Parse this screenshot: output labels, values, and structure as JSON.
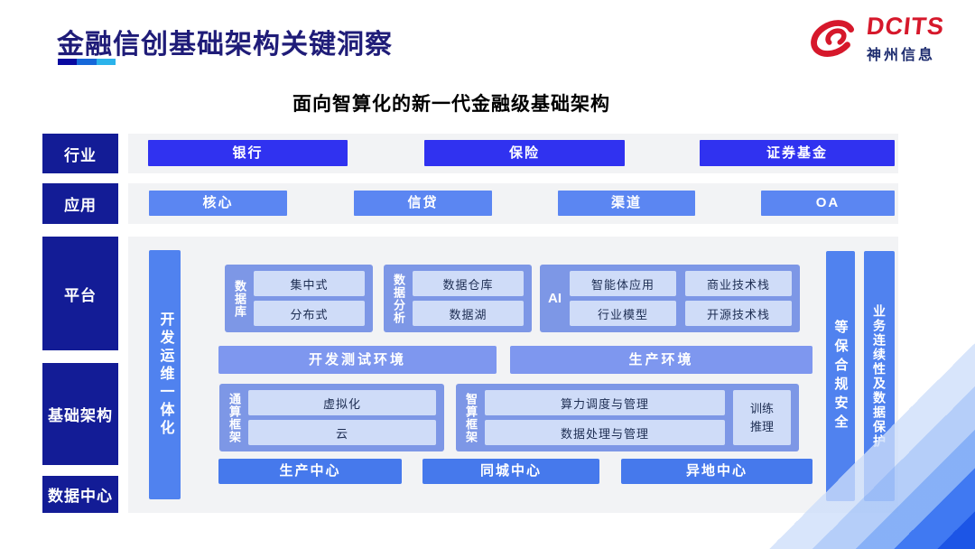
{
  "palette": {
    "title": "#1f1c78",
    "navy": "#131c96",
    "row1": "#3032f0",
    "row2": "#5b86f2",
    "bar": "#5082ef",
    "group": "#7d97e6",
    "chip": "#cfdcf8",
    "chipText": "#1d2d52",
    "env": "#7e97ef",
    "center": "#4679ec",
    "strip": "#f2f3f5",
    "logoRed": "#d6182b",
    "underline1": "#0909a0",
    "underline2": "#1668d9",
    "underline3": "#2bb3eb"
  },
  "header": {
    "title": "金融信创基础架构关键洞察",
    "logo": {
      "brand": "DCITS",
      "company": "神州信息"
    }
  },
  "subtitle": "面向智算化的新一代金融级基础架构",
  "side_labels": [
    "行业",
    "应用",
    "平台",
    "基础架构",
    "数据中心"
  ],
  "industry_row": [
    "银行",
    "保险",
    "证券基金"
  ],
  "application_row": [
    "核心",
    "信贷",
    "渠道",
    "OA"
  ],
  "platform": {
    "devops_bar": "开发运维一体化",
    "groups": {
      "database": {
        "label": "数据库",
        "items": [
          "集中式",
          "分布式"
        ]
      },
      "analytics": {
        "label": "数据分析",
        "items": [
          "数据仓库",
          "数据湖"
        ]
      },
      "ai": {
        "label": "AI",
        "items": [
          "智能体应用",
          "商业技术栈",
          "行业模型",
          "开源技术栈"
        ]
      }
    },
    "env_bars": [
      "开发测试环境",
      "生产环境"
    ],
    "frameworks": {
      "general": {
        "label": "通算框架",
        "items": [
          "虚拟化",
          "云"
        ]
      },
      "intelligent": {
        "label": "智算框架",
        "items": [
          "算力调度与管理",
          "数据处理与管理"
        ],
        "side_item": "训练\n推理"
      }
    },
    "centers": [
      "生产中心",
      "同城中心",
      "异地中心"
    ],
    "right_bars": [
      "等保合规安全",
      "业务连续性及数据保护"
    ]
  }
}
